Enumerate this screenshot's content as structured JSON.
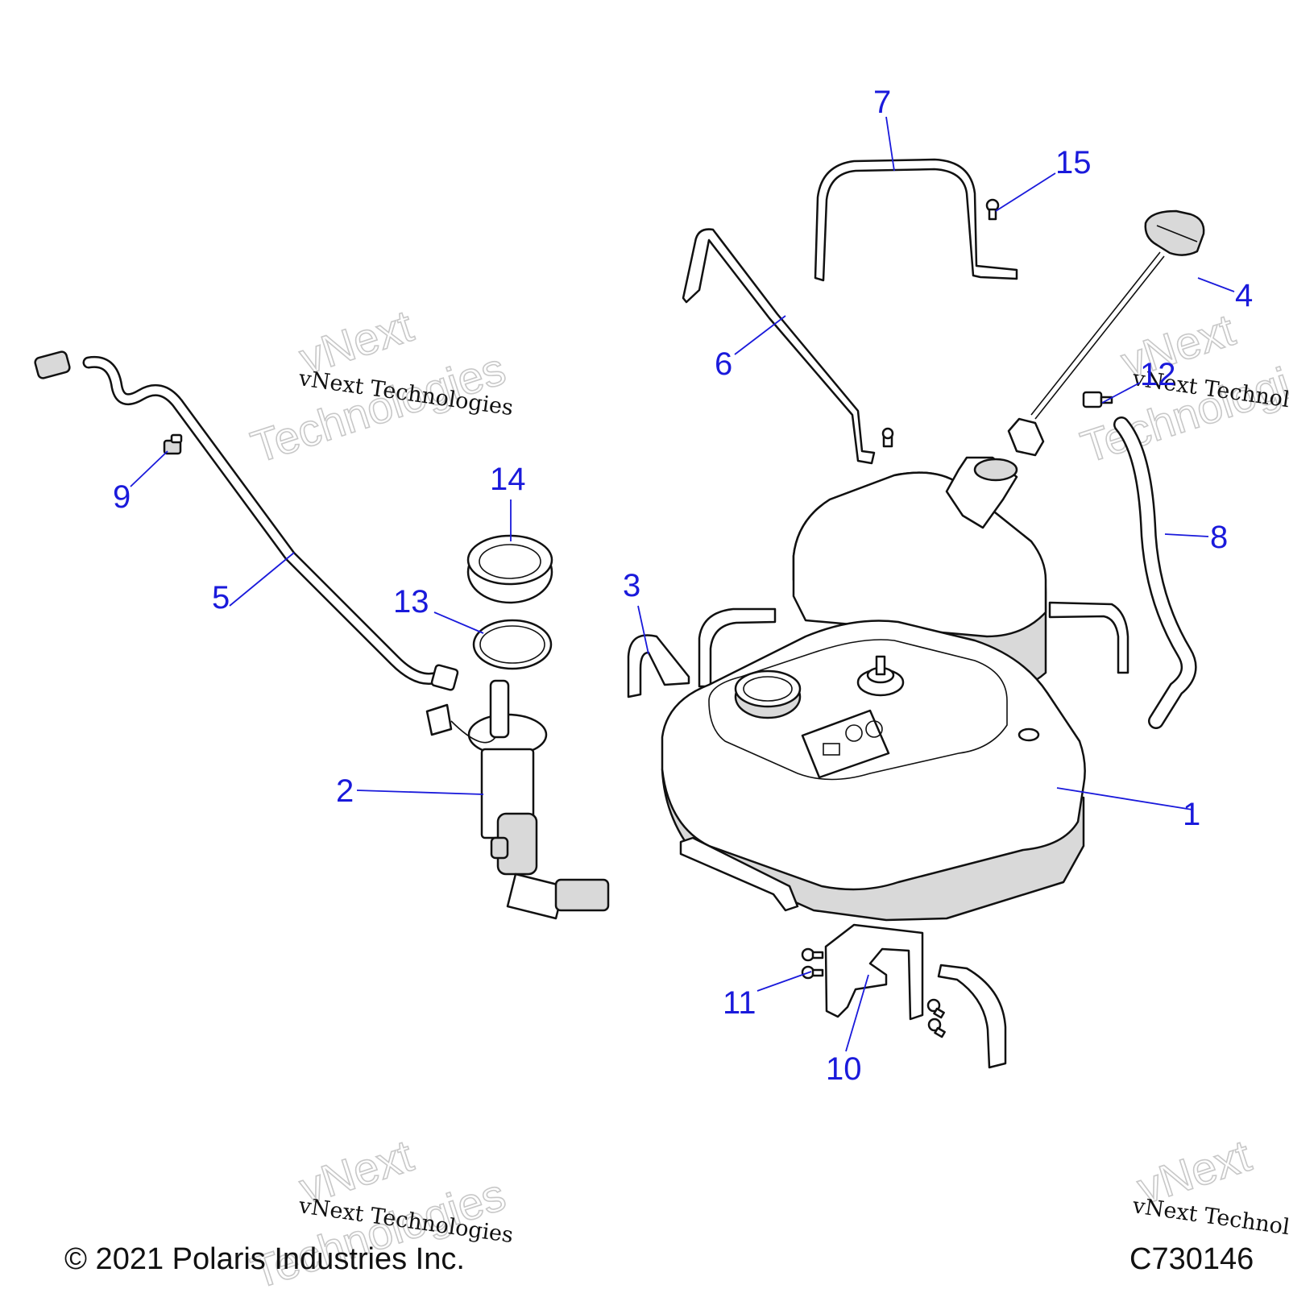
{
  "callouts": [
    {
      "id": "c1",
      "label": "1"
    },
    {
      "id": "c2",
      "label": "2"
    },
    {
      "id": "c3",
      "label": "3"
    },
    {
      "id": "c4",
      "label": "4"
    },
    {
      "id": "c5",
      "label": "5"
    },
    {
      "id": "c6",
      "label": "6"
    },
    {
      "id": "c7",
      "label": "7"
    },
    {
      "id": "c8",
      "label": "8"
    },
    {
      "id": "c9",
      "label": "9"
    },
    {
      "id": "c10",
      "label": "10"
    },
    {
      "id": "c11",
      "label": "11"
    },
    {
      "id": "c12",
      "label": "12"
    },
    {
      "id": "c13",
      "label": "13"
    },
    {
      "id": "c14",
      "label": "14"
    },
    {
      "id": "c15",
      "label": "15"
    }
  ],
  "watermark": {
    "small": "vNext Technologies",
    "big_line1": "vNext",
    "big_line2": "Technologies"
  },
  "footer": {
    "copyright": "© 2021 Polaris Industries Inc.",
    "diagram_id": "C730146"
  },
  "colors": {
    "callout": "#1a1adb",
    "line": "#111111",
    "shade": "#d9d9d9"
  }
}
